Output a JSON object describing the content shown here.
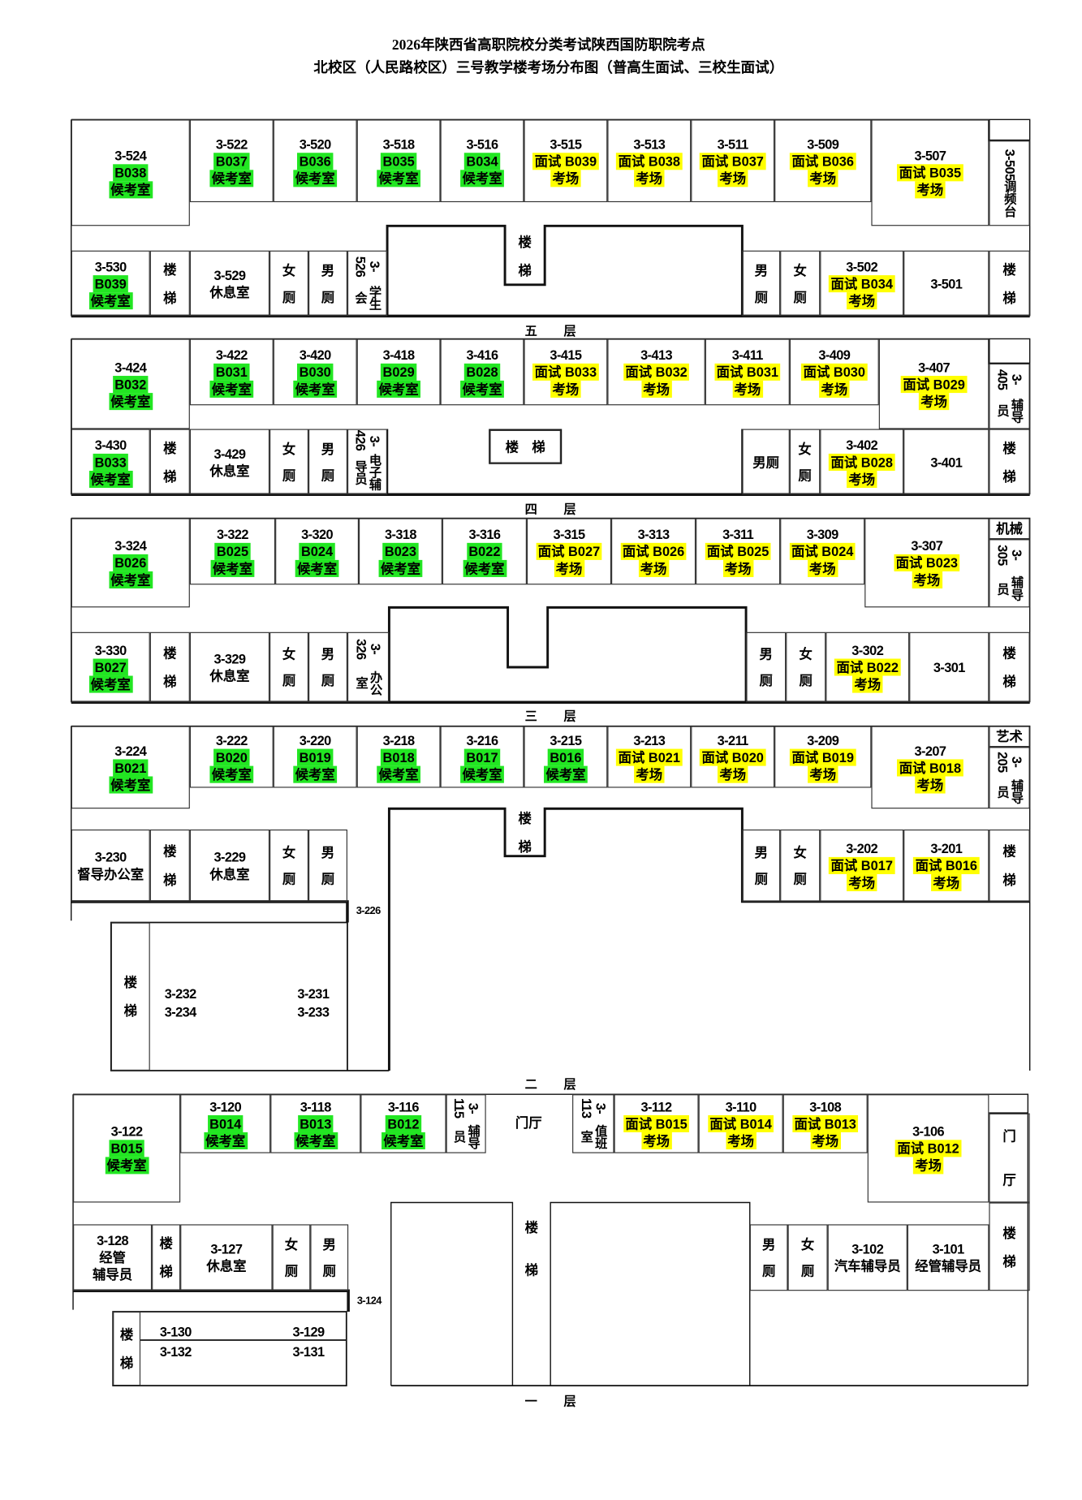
{
  "title_line1": "2026年陕西省高职院校分类考试陕西国防职院考点",
  "title_line2": "北校区（人民路校区）三号教学楼考场分布图（普高生面试、三校生面试）",
  "colors": {
    "waiting": "#22e622",
    "exam": "#ffff00"
  },
  "floors": [
    {
      "label": "五层",
      "rooms": [
        {
          "no": "3-524",
          "lines": [
            "B038",
            "候考室"
          ],
          "type": "waiting"
        },
        {
          "no": "3-522",
          "lines": [
            "B037",
            "候考室"
          ],
          "type": "waiting"
        },
        {
          "no": "3-520",
          "lines": [
            "B036",
            "候考室"
          ],
          "type": "waiting"
        },
        {
          "no": "3-518",
          "lines": [
            "B035",
            "候考室"
          ],
          "type": "waiting"
        },
        {
          "no": "3-516",
          "lines": [
            "B034",
            "候考室"
          ],
          "type": "waiting"
        },
        {
          "no": "3-515",
          "lines": [
            "面试 B039",
            "考场"
          ],
          "type": "exam"
        },
        {
          "no": "3-513",
          "lines": [
            "面试 B038",
            "考场"
          ],
          "type": "exam"
        },
        {
          "no": "3-511",
          "lines": [
            "面试 B037",
            "考场"
          ],
          "type": "exam"
        },
        {
          "no": "3-509",
          "lines": [
            "面试 B036",
            "考场"
          ],
          "type": "exam"
        },
        {
          "no": "3-507",
          "lines": [
            "面试 B035",
            "考场"
          ],
          "type": "exam"
        },
        {
          "no": "3-505",
          "lines": [
            "调频台"
          ]
        },
        {
          "no": "3-530",
          "lines": [
            "B039",
            "候考室"
          ],
          "type": "waiting"
        },
        {
          "lines": [
            "楼",
            "梯"
          ],
          "type": "stair"
        },
        {
          "no": "3-529",
          "lines": [
            "休息室"
          ]
        },
        {
          "lines": [
            "女",
            "厕"
          ],
          "type": "toilet"
        },
        {
          "lines": [
            "男",
            "厕"
          ],
          "type": "toilet"
        },
        {
          "no": "3-526",
          "lines": [
            "学生会"
          ]
        },
        {
          "lines": [
            "男",
            "厕"
          ],
          "type": "toilet"
        },
        {
          "lines": [
            "女",
            "厕"
          ],
          "type": "toilet"
        },
        {
          "no": "3-502",
          "lines": [
            "面试 B034",
            "考场"
          ],
          "type": "exam"
        },
        {
          "no": "3-501",
          "lines": []
        },
        {
          "lines": [
            "楼",
            "梯"
          ],
          "type": "stair"
        },
        {
          "lines": [
            "楼",
            "梯"
          ],
          "type": "stair"
        }
      ]
    },
    {
      "label": "四层",
      "rooms": [
        {
          "no": "3-424",
          "lines": [
            "B032",
            "候考室"
          ],
          "type": "waiting"
        },
        {
          "no": "3-422",
          "lines": [
            "B031",
            "候考室"
          ],
          "type": "waiting"
        },
        {
          "no": "3-420",
          "lines": [
            "B030",
            "候考室"
          ],
          "type": "waiting"
        },
        {
          "no": "3-418",
          "lines": [
            "B029",
            "候考室"
          ],
          "type": "waiting"
        },
        {
          "no": "3-416",
          "lines": [
            "B028",
            "候考室"
          ],
          "type": "waiting"
        },
        {
          "no": "3-415",
          "lines": [
            "面试 B033",
            "考场"
          ],
          "type": "exam"
        },
        {
          "no": "3-413",
          "lines": [
            "面试 B032",
            "考场"
          ],
          "type": "exam"
        },
        {
          "no": "3-411",
          "lines": [
            "面试 B031",
            "考场"
          ],
          "type": "exam"
        },
        {
          "no": "3-409",
          "lines": [
            "面试 B030",
            "考场"
          ],
          "type": "exam"
        },
        {
          "no": "3-407",
          "lines": [
            "面试 B029",
            "考场"
          ],
          "type": "exam"
        },
        {
          "no": "3-405",
          "lines": [
            "辅导员"
          ]
        },
        {
          "no": "3-430",
          "lines": [
            "B033",
            "候考室"
          ],
          "type": "waiting"
        },
        {
          "lines": [
            "楼",
            "梯"
          ],
          "type": "stair"
        },
        {
          "no": "3-429",
          "lines": [
            "休息室"
          ]
        },
        {
          "lines": [
            "女",
            "厕"
          ],
          "type": "toilet"
        },
        {
          "lines": [
            "男",
            "厕"
          ],
          "type": "toilet"
        },
        {
          "no": "3-426",
          "lines": [
            "电子辅导员"
          ]
        },
        {
          "lines": [
            "男厕"
          ]
        },
        {
          "lines": [
            "女",
            "厕"
          ],
          "type": "toilet"
        },
        {
          "no": "3-402",
          "lines": [
            "面试 B028",
            "考场"
          ],
          "type": "exam"
        },
        {
          "no": "3-401",
          "lines": []
        },
        {
          "lines": [
            "楼",
            "梯"
          ],
          "type": "stair"
        },
        {
          "lines": [
            "楼　梯"
          ]
        }
      ]
    },
    {
      "label": "三层",
      "rooms": [
        {
          "no": "3-324",
          "lines": [
            "B026",
            "候考室"
          ],
          "type": "waiting"
        },
        {
          "no": "3-322",
          "lines": [
            "B025",
            "候考室"
          ],
          "type": "waiting"
        },
        {
          "no": "3-320",
          "lines": [
            "B024",
            "候考室"
          ],
          "type": "waiting"
        },
        {
          "no": "3-318",
          "lines": [
            "B023",
            "候考室"
          ],
          "type": "waiting"
        },
        {
          "no": "3-316",
          "lines": [
            "B022",
            "候考室"
          ],
          "type": "waiting"
        },
        {
          "no": "3-315",
          "lines": [
            "面试 B027",
            "考场"
          ],
          "type": "exam"
        },
        {
          "no": "3-313",
          "lines": [
            "面试 B026",
            "考场"
          ],
          "type": "exam"
        },
        {
          "no": "3-311",
          "lines": [
            "面试 B025",
            "考场"
          ],
          "type": "exam"
        },
        {
          "no": "3-309",
          "lines": [
            "面试 B024",
            "考场"
          ],
          "type": "exam"
        },
        {
          "no": "3-307",
          "lines": [
            "面试 B023",
            "考场"
          ],
          "type": "exam"
        },
        {
          "no": "3-305",
          "lines": [
            "辅导员"
          ]
        },
        {
          "lines": [
            "机械"
          ]
        },
        {
          "no": "3-330",
          "lines": [
            "B027",
            "候考室"
          ],
          "type": "waiting"
        },
        {
          "lines": [
            "楼",
            "梯"
          ],
          "type": "stair"
        },
        {
          "no": "3-329",
          "lines": [
            "休息室"
          ]
        },
        {
          "lines": [
            "女",
            "厕"
          ],
          "type": "toilet"
        },
        {
          "lines": [
            "男",
            "厕"
          ],
          "type": "toilet"
        },
        {
          "no": "3-326",
          "lines": [
            "办公室"
          ]
        },
        {
          "lines": [
            "男",
            "厕"
          ],
          "type": "toilet"
        },
        {
          "lines": [
            "女",
            "厕"
          ],
          "type": "toilet"
        },
        {
          "no": "3-302",
          "lines": [
            "面试 B022",
            "考场"
          ],
          "type": "exam"
        },
        {
          "no": "3-301",
          "lines": []
        },
        {
          "lines": [
            "楼",
            "梯"
          ],
          "type": "stair"
        }
      ]
    },
    {
      "label": "二层",
      "rooms": [
        {
          "no": "3-224",
          "lines": [
            "B021",
            "候考室"
          ],
          "type": "waiting"
        },
        {
          "no": "3-222",
          "lines": [
            "B020",
            "候考室"
          ],
          "type": "waiting"
        },
        {
          "no": "3-220",
          "lines": [
            "B019",
            "候考室"
          ],
          "type": "waiting"
        },
        {
          "no": "3-218",
          "lines": [
            "B018",
            "候考室"
          ],
          "type": "waiting"
        },
        {
          "no": "3-216",
          "lines": [
            "B017",
            "候考室"
          ],
          "type": "waiting"
        },
        {
          "no": "3-215",
          "lines": [
            "B016",
            "候考室"
          ],
          "type": "waiting"
        },
        {
          "no": "3-213",
          "lines": [
            "面试 B021",
            "考场"
          ],
          "type": "exam"
        },
        {
          "no": "3-211",
          "lines": [
            "面试 B020",
            "考场"
          ],
          "type": "exam"
        },
        {
          "no": "3-209",
          "lines": [
            "面试 B019",
            "考场"
          ],
          "type": "exam"
        },
        {
          "no": "3-207",
          "lines": [
            "面试 B018",
            "考场"
          ],
          "type": "exam"
        },
        {
          "no": "3-205",
          "lines": [
            "辅导员"
          ]
        },
        {
          "lines": [
            "艺术"
          ]
        },
        {
          "no": "3-230",
          "lines": [
            "督导办公室"
          ]
        },
        {
          "lines": [
            "楼",
            "梯"
          ],
          "type": "stair"
        },
        {
          "no": "3-229",
          "lines": [
            "休息室"
          ]
        },
        {
          "lines": [
            "女",
            "厕"
          ],
          "type": "toilet"
        },
        {
          "lines": [
            "男",
            "厕"
          ],
          "type": "toilet"
        },
        {
          "lines": [
            "男",
            "厕"
          ],
          "type": "toilet"
        },
        {
          "lines": [
            "女",
            "厕"
          ],
          "type": "toilet"
        },
        {
          "no": "3-202",
          "lines": [
            "面试 B017",
            "考场"
          ],
          "type": "exam"
        },
        {
          "no": "3-201",
          "lines": [
            "面试 B016",
            "考场"
          ],
          "type": "exam"
        },
        {
          "lines": [
            "楼",
            "梯"
          ],
          "type": "stair"
        },
        {
          "no": "3-226",
          "lines": []
        },
        {
          "lines": [
            "楼",
            "梯"
          ],
          "type": "stair"
        },
        {
          "no": "3-232",
          "lines": []
        },
        {
          "no": "3-231",
          "lines": []
        },
        {
          "no": "3-234",
          "lines": []
        },
        {
          "no": "3-233",
          "lines": []
        },
        {
          "lines": [
            "楼",
            "梯"
          ],
          "type": "stair"
        }
      ]
    },
    {
      "label": "一层",
      "rooms": [
        {
          "no": "3-122",
          "lines": [
            "B015",
            "候考室"
          ],
          "type": "waiting"
        },
        {
          "no": "3-120",
          "lines": [
            "B014",
            "候考室"
          ],
          "type": "waiting"
        },
        {
          "no": "3-118",
          "lines": [
            "B013",
            "候考室"
          ],
          "type": "waiting"
        },
        {
          "no": "3-116",
          "lines": [
            "B012",
            "候考室"
          ],
          "type": "waiting"
        },
        {
          "no": "3-115",
          "lines": [
            "辅导员"
          ]
        },
        {
          "lines": [
            "门厅"
          ]
        },
        {
          "no": "3-113",
          "lines": [
            "值班室"
          ]
        },
        {
          "no": "3-112",
          "lines": [
            "面试 B015",
            "考场"
          ],
          "type": "exam"
        },
        {
          "no": "3-110",
          "lines": [
            "面试 B014",
            "考场"
          ],
          "type": "exam"
        },
        {
          "no": "3-108",
          "lines": [
            "面试 B013",
            "考场"
          ],
          "type": "exam"
        },
        {
          "no": "3-106",
          "lines": [
            "面试 B012",
            "考场"
          ],
          "type": "exam"
        },
        {
          "lines": [
            "门",
            "厅"
          ],
          "type": "hall"
        },
        {
          "no": "3-128",
          "lines": [
            "经管",
            "辅导员"
          ]
        },
        {
          "lines": [
            "楼",
            "梯"
          ],
          "type": "stair"
        },
        {
          "no": "3-127",
          "lines": [
            "休息室"
          ]
        },
        {
          "lines": [
            "女",
            "厕"
          ],
          "type": "toilet"
        },
        {
          "lines": [
            "男",
            "厕"
          ],
          "type": "toilet"
        },
        {
          "lines": [
            "男",
            "厕"
          ],
          "type": "toilet"
        },
        {
          "lines": [
            "女",
            "厕"
          ],
          "type": "toilet"
        },
        {
          "no": "3-102",
          "lines": [
            "汽车辅导员"
          ]
        },
        {
          "no": "3-101",
          "lines": [
            "经管辅导员"
          ]
        },
        {
          "lines": [
            "楼",
            "梯"
          ],
          "type": "stair"
        },
        {
          "lines": [
            "楼",
            "梯"
          ],
          "type": "bigstair"
        },
        {
          "no": "3-124",
          "lines": []
        },
        {
          "lines": [
            "楼",
            "梯"
          ],
          "type": "stair"
        },
        {
          "no": "3-130",
          "lines": []
        },
        {
          "no": "3-129",
          "lines": []
        },
        {
          "no": "3-132",
          "lines": []
        },
        {
          "no": "3-131",
          "lines": []
        }
      ]
    }
  ]
}
